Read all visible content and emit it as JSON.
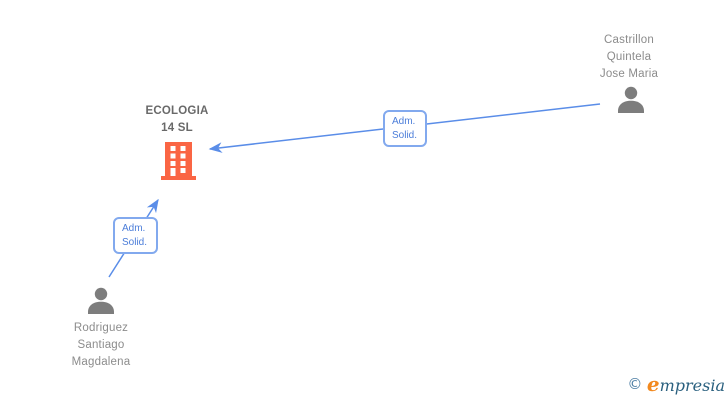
{
  "diagram": {
    "company": {
      "name_lines": [
        "ECOLOGIA",
        "14 SL"
      ],
      "icon": "building-icon"
    },
    "persons": [
      {
        "id": "castrillon",
        "name_lines": [
          "Castrillon",
          "Quintela",
          "Jose Maria"
        ],
        "icon": "person-icon"
      },
      {
        "id": "rodriguez",
        "name_lines": [
          "Rodriguez",
          "Santiago",
          "Magdalena"
        ],
        "icon": "person-icon"
      }
    ],
    "edges": [
      {
        "from": "Castrillon Quintela Jose Maria",
        "to": "ECOLOGIA 14 SL",
        "label_lines": [
          "Adm.",
          "Solid."
        ]
      },
      {
        "from": "Rodriguez Santiago Magdalena",
        "to": "ECOLOGIA 14 SL",
        "label_lines": [
          "Adm.",
          "Solid."
        ]
      }
    ],
    "colors": {
      "edge_line": "#5A8DE8",
      "edge_box_border": "#82A9EE",
      "edge_box_text": "#4B7DD9",
      "building": "#FA6544",
      "person": "#7D7D7D",
      "person_text": "#8C8C8C",
      "company_text": "#696969"
    }
  },
  "footer": {
    "copyright_symbol": "©",
    "brand_first_letter": "e",
    "brand_rest": "mpresia"
  }
}
